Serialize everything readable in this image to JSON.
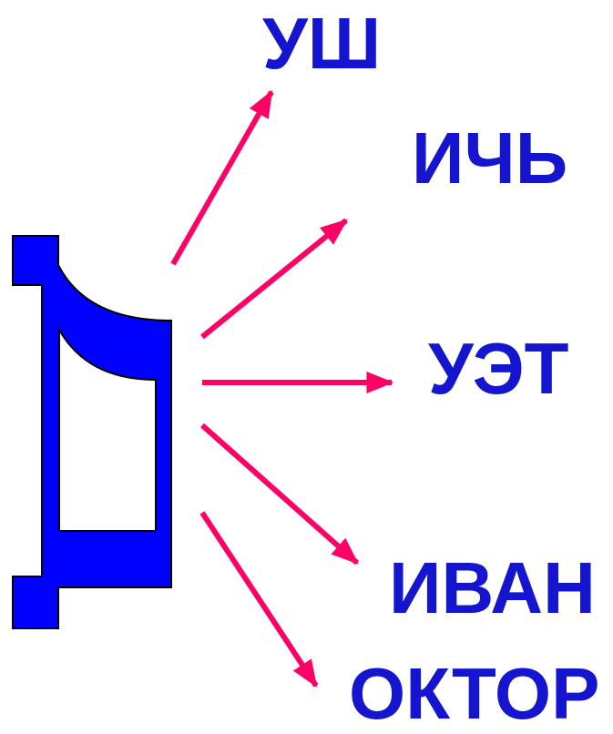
{
  "glyph": {
    "name": "letter-de-glyph",
    "fill": "#0000ff",
    "stroke": "#000000"
  },
  "arrows": {
    "color": "#ff0066",
    "count": 5
  },
  "words": [
    {
      "text": "УШ"
    },
    {
      "text": "ИЧЬ"
    },
    {
      "text": "УЭТ"
    },
    {
      "text": "ИВАН"
    },
    {
      "text": "ОКТОР"
    }
  ],
  "text_color": "#1515d0"
}
